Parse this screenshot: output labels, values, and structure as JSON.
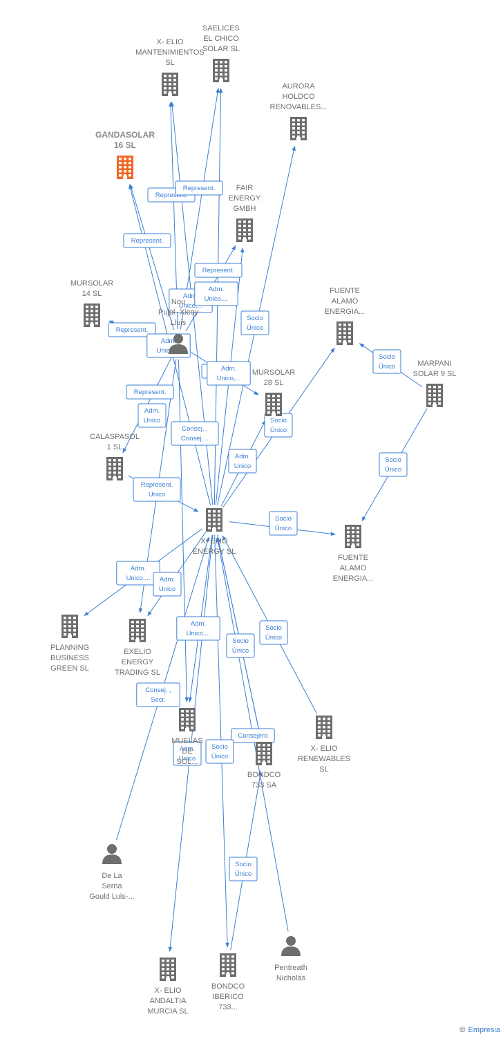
{
  "nodes": [
    {
      "id": "xelio_energy",
      "type": "company",
      "lines": [
        "X- ELIO",
        "ENERGY  SL"
      ]
    },
    {
      "id": "gandasolar",
      "type": "company",
      "focus": true,
      "lines": [
        "GANDASOLAR",
        "16  SL"
      ]
    },
    {
      "id": "xelio_mant",
      "type": "company",
      "lines": [
        "X- ELIO",
        "MANTENIMIENTOS",
        "SL"
      ]
    },
    {
      "id": "saelices",
      "type": "company",
      "lines": [
        "SAELICES",
        "EL CHICO",
        "SOLAR SL"
      ]
    },
    {
      "id": "aurora",
      "type": "company",
      "lines": [
        "AURORA",
        "HOLDCO",
        "RENOVABLES..."
      ]
    },
    {
      "id": "fair",
      "type": "company",
      "lines": [
        "FAIR",
        "ENERGY",
        "GMBH"
      ]
    },
    {
      "id": "mursolar14",
      "type": "company",
      "lines": [
        "MURSOLAR",
        "14 SL"
      ]
    },
    {
      "id": "nou",
      "type": "person",
      "lines": [
        "Nou",
        "Pujol- Xicoy",
        "Lluis"
      ]
    },
    {
      "id": "fuente1",
      "type": "company",
      "lines": [
        "FUENTE",
        "ALAMO",
        "ENERGIA..."
      ]
    },
    {
      "id": "mursolar28",
      "type": "company",
      "lines": [
        "MURSOLAR",
        "28 SL"
      ]
    },
    {
      "id": "marpani",
      "type": "company",
      "lines": [
        "MARPANI",
        "SOLAR 9  SL"
      ]
    },
    {
      "id": "calaspasol",
      "type": "company",
      "lines": [
        "CALASPASOL",
        "1  SL"
      ]
    },
    {
      "id": "fuente2",
      "type": "company",
      "lines": [
        "FUENTE",
        "ALAMO",
        "ENERGIA..."
      ]
    },
    {
      "id": "planning",
      "type": "company",
      "lines": [
        "PLANNING",
        "BUSINESS",
        "GREEN  SL"
      ]
    },
    {
      "id": "exelio",
      "type": "company",
      "lines": [
        "EXELIO",
        "ENERGY",
        "TRADING  SL"
      ]
    },
    {
      "id": "muelas",
      "type": "company",
      "lines": [
        "MUELAS",
        "DE",
        "SOL..."
      ]
    },
    {
      "id": "xelio_renew",
      "type": "company",
      "lines": [
        "X- ELIO",
        "RENEWABLES",
        "SL"
      ]
    },
    {
      "id": "bondco733",
      "type": "company",
      "lines": [
        "BONDCO",
        "733 SA"
      ]
    },
    {
      "id": "delaserna",
      "type": "person",
      "lines": [
        "De La",
        "Serna",
        "Gould Luis-..."
      ]
    },
    {
      "id": "pentreath",
      "type": "person",
      "lines": [
        "Pentreath",
        "Nicholas"
      ]
    },
    {
      "id": "xelio_andaltia",
      "type": "company",
      "lines": [
        "X- ELIO",
        "ANDALTIA",
        "MURCIA  SL"
      ]
    },
    {
      "id": "bondco_iberico",
      "type": "company",
      "lines": [
        "BONDCO",
        "IBERICO",
        "733..."
      ]
    }
  ],
  "edges": [
    {
      "from": "nou",
      "to": "gandasolar",
      "label": [
        "Represent."
      ]
    },
    {
      "from": "nou",
      "to": "xelio_mant",
      "label": [
        "Represent."
      ]
    },
    {
      "from": "nou",
      "to": "saelices",
      "label": [
        "Represent."
      ]
    },
    {
      "from": "nou",
      "to": "fair",
      "label": [
        "Represent."
      ]
    },
    {
      "from": "nou",
      "to": "mursolar14",
      "label": [
        "Represent."
      ]
    },
    {
      "from": "nou",
      "to": "calaspasol",
      "label": [
        "Adm.",
        "Unico"
      ]
    },
    {
      "from": "nou",
      "to": "mursolar28",
      "label": [
        "Represent."
      ]
    },
    {
      "from": "nou",
      "to": "exelio",
      "label": [
        "Represent."
      ]
    },
    {
      "from": "nou",
      "to": "muelas",
      "label": [
        "Adm.",
        "Unico"
      ]
    },
    {
      "from": "xelio_energy",
      "to": "gandasolar",
      "label": [
        "Adm.",
        "Unico,..."
      ]
    },
    {
      "from": "xelio_energy",
      "to": "xelio_mant",
      "label": [
        "Adm.",
        "Unico,..."
      ]
    },
    {
      "from": "xelio_energy",
      "to": "saelices",
      "label": [
        "Adm.",
        "Unico,..."
      ]
    },
    {
      "from": "xelio_energy",
      "to": "fair",
      "label": [
        "Adm.",
        "Unico,..."
      ]
    },
    {
      "from": "xelio_energy",
      "to": "aurora",
      "label": [
        "Socio",
        "Único"
      ]
    },
    {
      "from": "xelio_energy",
      "to": "mursolar28",
      "label": [
        "Adm.",
        "Unico"
      ]
    },
    {
      "from": "xelio_energy",
      "to": "fuente1",
      "label": [
        "Socio",
        "Único"
      ]
    },
    {
      "from": "xelio_energy",
      "to": "fuente2",
      "label": [
        "Socio",
        "Único"
      ]
    },
    {
      "from": "xelio_energy",
      "to": "planning",
      "label": [
        "Adm.",
        "Unico,..."
      ]
    },
    {
      "from": "xelio_energy",
      "to": "exelio",
      "label": [
        "Adm.",
        "Unico"
      ]
    },
    {
      "from": "xelio_energy",
      "to": "muelas",
      "label": [
        "Adm.",
        "Unico,..."
      ]
    },
    {
      "from": "xelio_energy",
      "to": "xelio_andaltia",
      "label": [
        "Adm.",
        "Unico"
      ]
    },
    {
      "from": "xelio_energy",
      "to": "bondco733",
      "label": [
        "Consejero"
      ]
    },
    {
      "from": "xelio_energy",
      "to": "bondco_iberico",
      "label": [
        "Socio",
        "Único"
      ]
    },
    {
      "from": "xelio_renew",
      "to": "xelio_energy",
      "label": [
        "Socio",
        "Único"
      ]
    },
    {
      "from": "bondco733",
      "to": "xelio_energy",
      "label": [
        "Socio",
        "Único"
      ]
    },
    {
      "from": "marpani",
      "to": "fuente1",
      "label": [
        "Socio",
        "Único"
      ]
    },
    {
      "from": "marpani",
      "to": "fuente2",
      "label": [
        "Socio",
        "Único"
      ]
    },
    {
      "from": "bondco_iberico",
      "to": "bondco733",
      "label": [
        "Socio",
        "Único"
      ]
    },
    {
      "from": "delaserna",
      "to": "xelio_energy",
      "label": [
        "Consej. ,",
        "Secr."
      ]
    },
    {
      "from": "pentreath",
      "to": "xelio_energy",
      "label": [
        "Consej. ,",
        "Consej...."
      ]
    },
    {
      "from": "calaspasol",
      "to": "xelio_energy",
      "label": [
        "Represent.",
        "Unico"
      ]
    }
  ],
  "footer": {
    "copyright_symbol": "©",
    "brand": "Empresia"
  },
  "colors": {
    "edge": "#3a7fd5",
    "company_icon": "#6e6e6e",
    "focus_icon": "#f26522",
    "person_icon": "#6e6e6e"
  }
}
